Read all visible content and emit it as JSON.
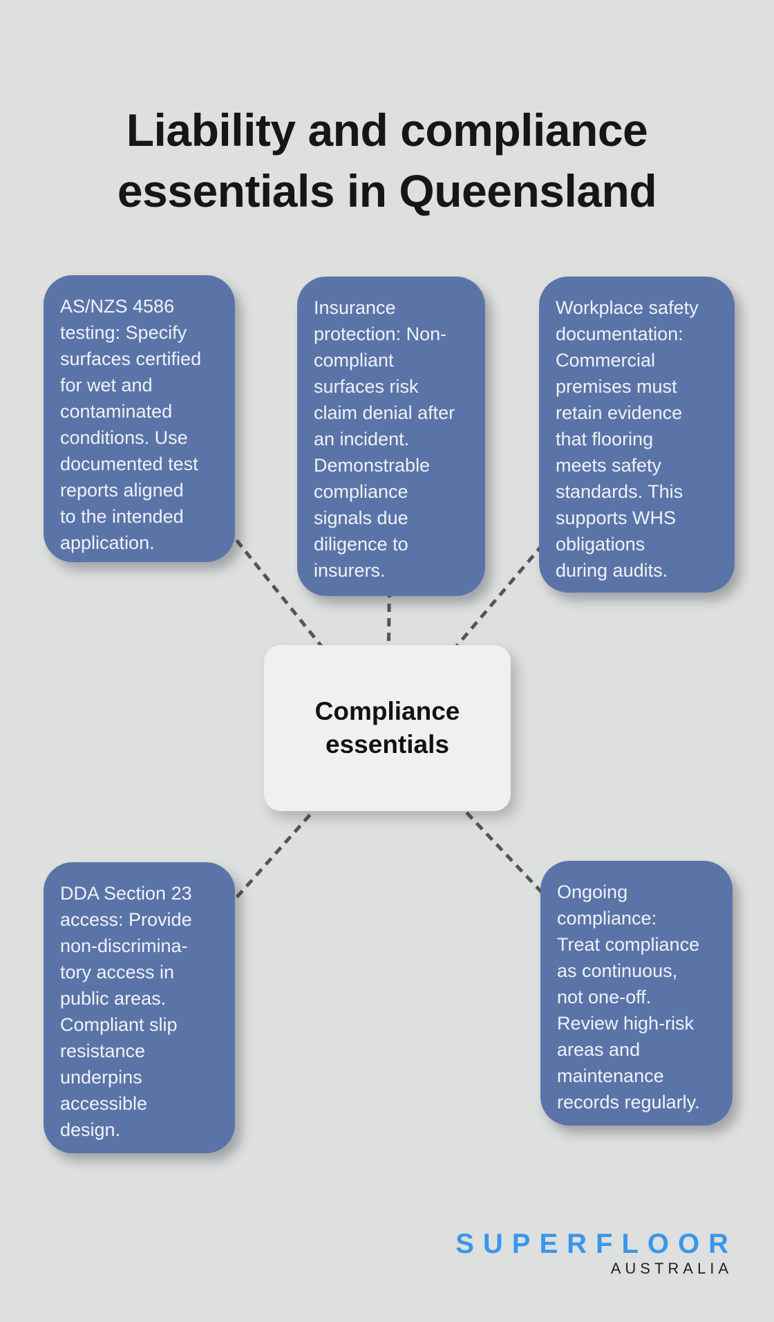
{
  "title": "Liability and compliance\nessentials in Queensland",
  "center": {
    "label": "Compliance\nessentials"
  },
  "nodes": [
    {
      "id": "as-nzs-4586-testing",
      "text": "AS/NZS 4586\ntesting: Specify\nsurfaces certified\nfor wet and\ncontaminated\nconditions. Use\ndocumented test\nreports aligned\nto the intended\napplication."
    },
    {
      "id": "insurance-protection",
      "text": "Insurance\nprotection: Non-\ncompliant\nsurfaces risk\nclaim denial after\nan incident.\nDemonstrable\ncompliance\nsignals due\ndiligence to\ninsurers."
    },
    {
      "id": "workplace-safety-documentation",
      "text": "Workplace safety\ndocumentation:\nCommercial\npremises must\nretain evidence\nthat flooring\nmeets safety\nstandards. This\nsupports WHS\nobligations\nduring audits."
    },
    {
      "id": "dda-section-23-access",
      "text": "DDA Section 23\naccess: Provide\nnon-discrimina-\ntory access in\npublic areas.\nCompliant slip\nresistance\nunderpins\naccessible\ndesign."
    },
    {
      "id": "ongoing-compliance",
      "text": "Ongoing\ncompliance:\nTreat compliance\nas continuous,\nnot one-off.\nReview high-risk\nareas and\nmaintenance\nrecords regularly."
    }
  ],
  "logo": {
    "brand": "SUPERFLOOR",
    "region": "AUSTRALIA"
  },
  "colors": {
    "background": "#dedfdf",
    "node_fill": "#5b74a8",
    "node_text": "#eff3f8",
    "center_fill": "#eff0f2",
    "center_text": "#121212",
    "title_text": "#161616",
    "connector": "#545556",
    "logo_brand_blue": "#3a96ea",
    "logo_region_dark": "#1e2022"
  }
}
